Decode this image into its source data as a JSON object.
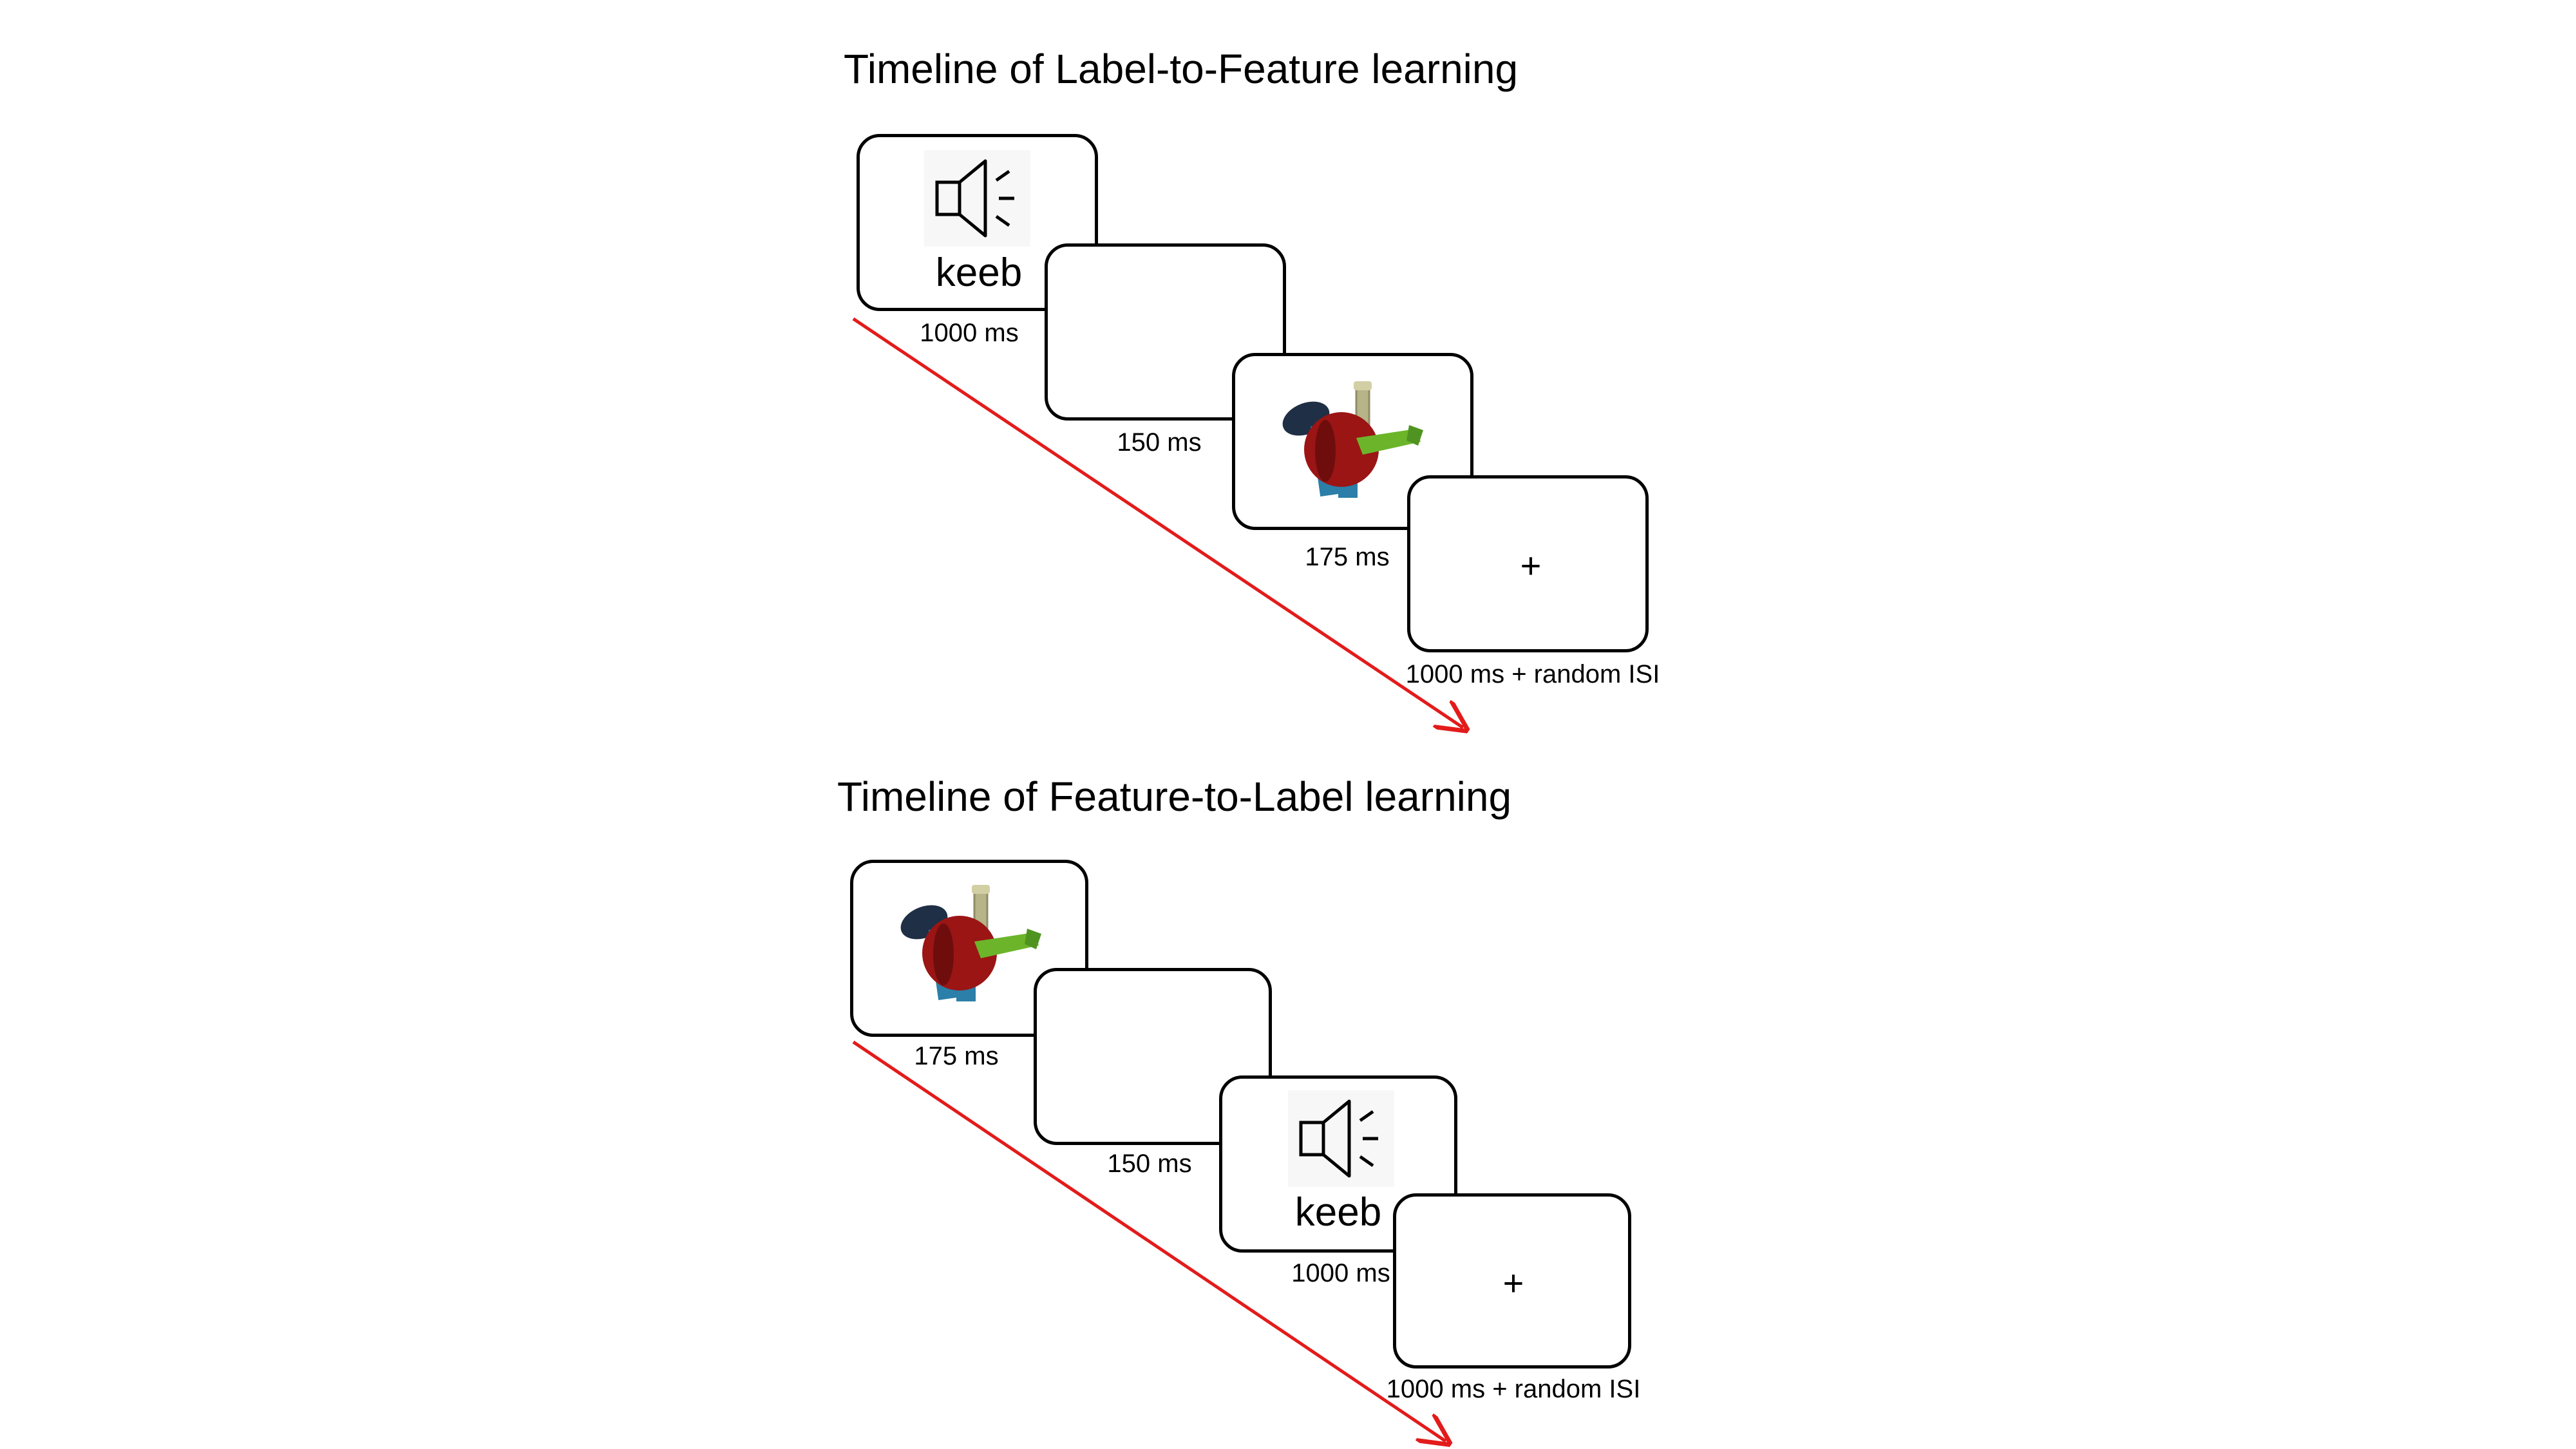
{
  "panel_top": {
    "title": "Timeline of Label-to-Feature learning",
    "frames": [
      {
        "content": "speaker-icon",
        "label": "keeb",
        "duration": "1000 ms"
      },
      {
        "content": "blank",
        "duration": "150 ms"
      },
      {
        "content": "novel-object",
        "duration": "175 ms"
      },
      {
        "content": "fixation-cross",
        "symbol": "+",
        "duration": "1000 ms + random ISI"
      }
    ]
  },
  "panel_bottom": {
    "title": "Timeline of Feature-to-Label learning",
    "frames": [
      {
        "content": "novel-object",
        "duration": "175 ms"
      },
      {
        "content": "blank",
        "duration": "150 ms"
      },
      {
        "content": "speaker-icon",
        "label": "keeb",
        "duration": "1000 ms"
      },
      {
        "content": "fixation-cross",
        "symbol": "+",
        "duration": "1000 ms + random ISI"
      }
    ]
  },
  "colors": {
    "arrow": "#e31b1b",
    "object_body": "#9b1515",
    "object_disc": "#1f2f45",
    "object_arm": "#6cb52a",
    "object_base": "#2b7fa8"
  }
}
